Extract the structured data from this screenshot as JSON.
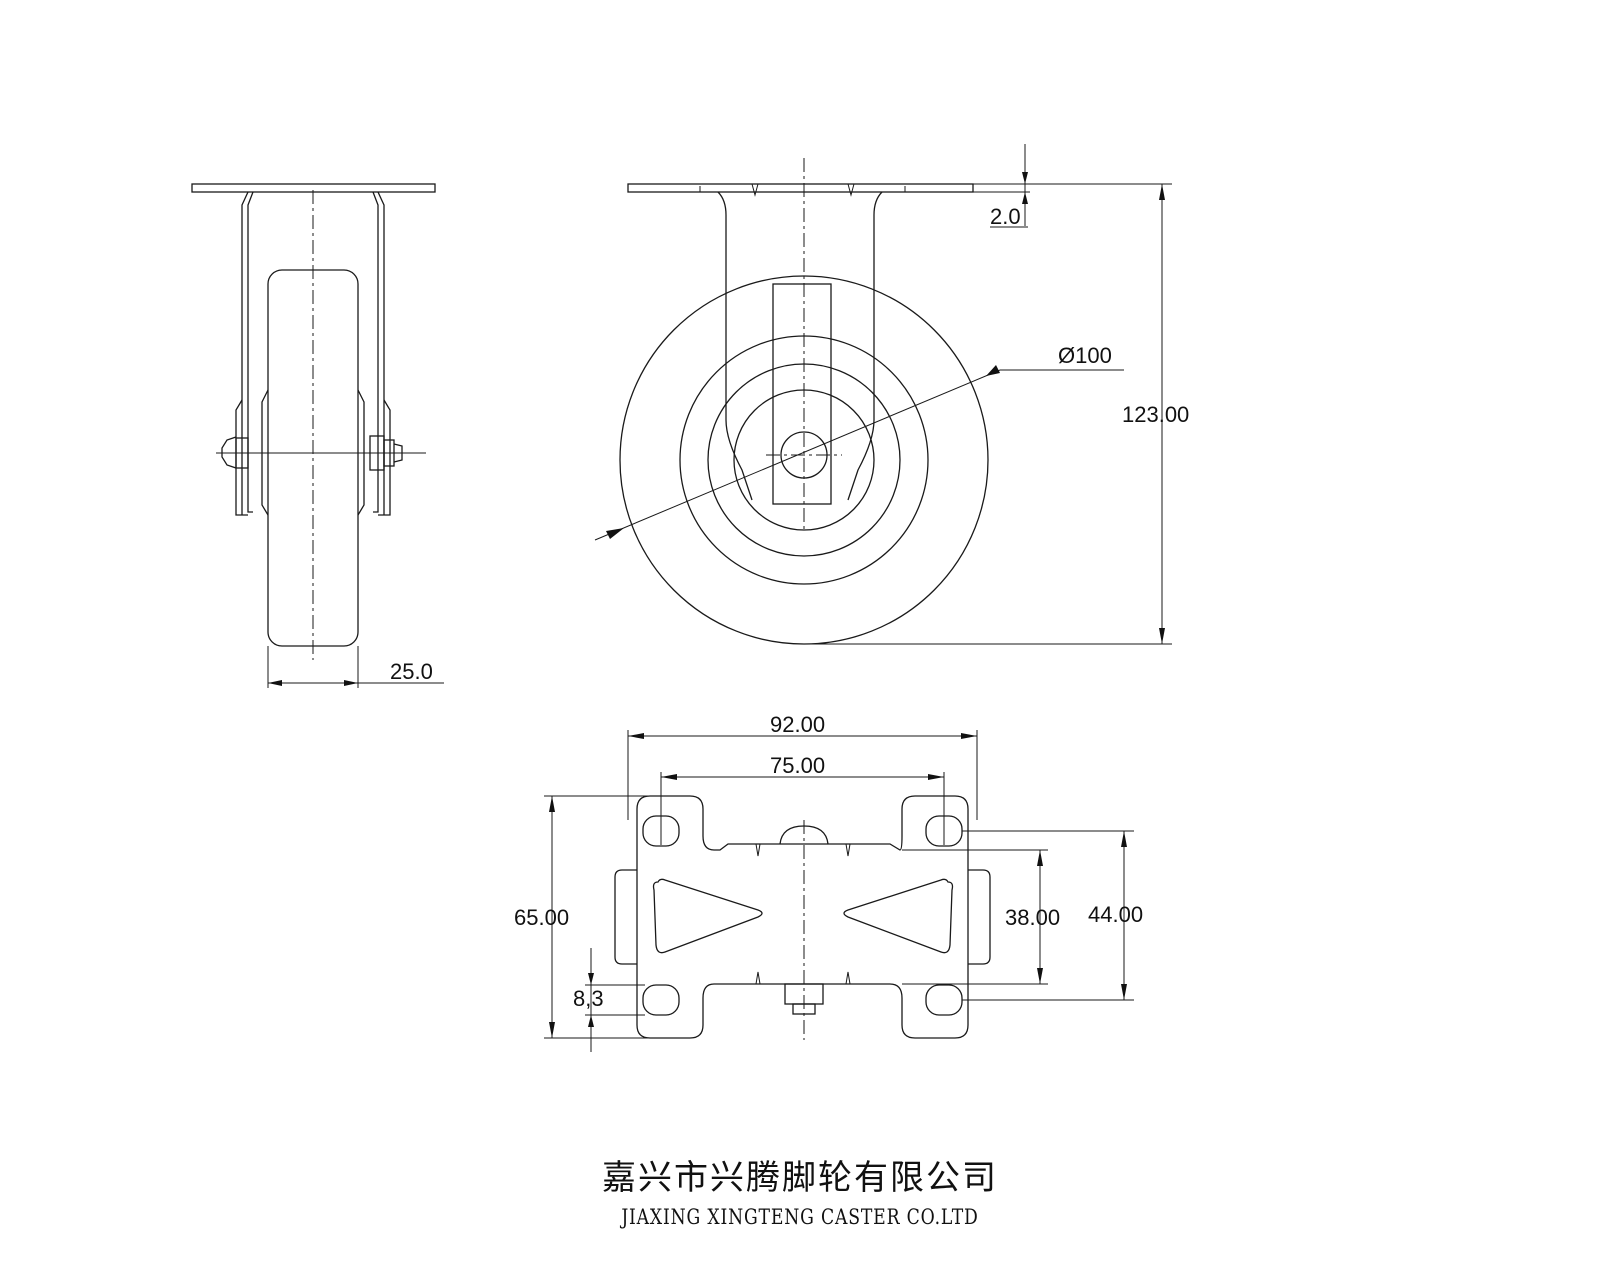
{
  "company": {
    "name_cn": "嘉兴市兴腾脚轮有限公司",
    "name_en": "JIAXING XINGTENG CASTER CO.LTD"
  },
  "dimensions": {
    "plate_thickness": "2.0",
    "wheel_diameter": "Ø100",
    "total_height": "123.00",
    "wheel_width": "25.0",
    "plate_length": "92.00",
    "hole_spacing_length": "75.00",
    "plate_width": "65.00",
    "hole_spacing_width_inner": "38.00",
    "hole_spacing_width_outer": "44.00",
    "hole_size": "8,3"
  }
}
